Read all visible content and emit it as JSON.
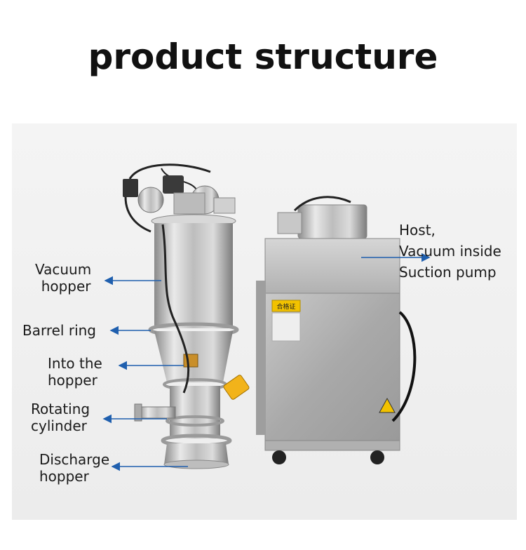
{
  "title": "product structure",
  "labels": {
    "vacuum_hopper": [
      "Vacuum",
      "hopper"
    ],
    "barrel_ring": "Barrel ring",
    "into_hopper": [
      "Into the",
      "hopper"
    ],
    "rotating_cylinder": [
      "Rotating",
      "cylinder"
    ],
    "discharge_hopper": [
      "Discharge",
      "hopper"
    ],
    "host": [
      "Host,",
      "Vacuum inside",
      "Suction pump"
    ]
  },
  "sticker_text": "合格证",
  "colors": {
    "arrow": "#1f5fae",
    "steel_light": "#e2e2e2",
    "steel_dark": "#8d8d8d",
    "warning": "#f2c200"
  }
}
